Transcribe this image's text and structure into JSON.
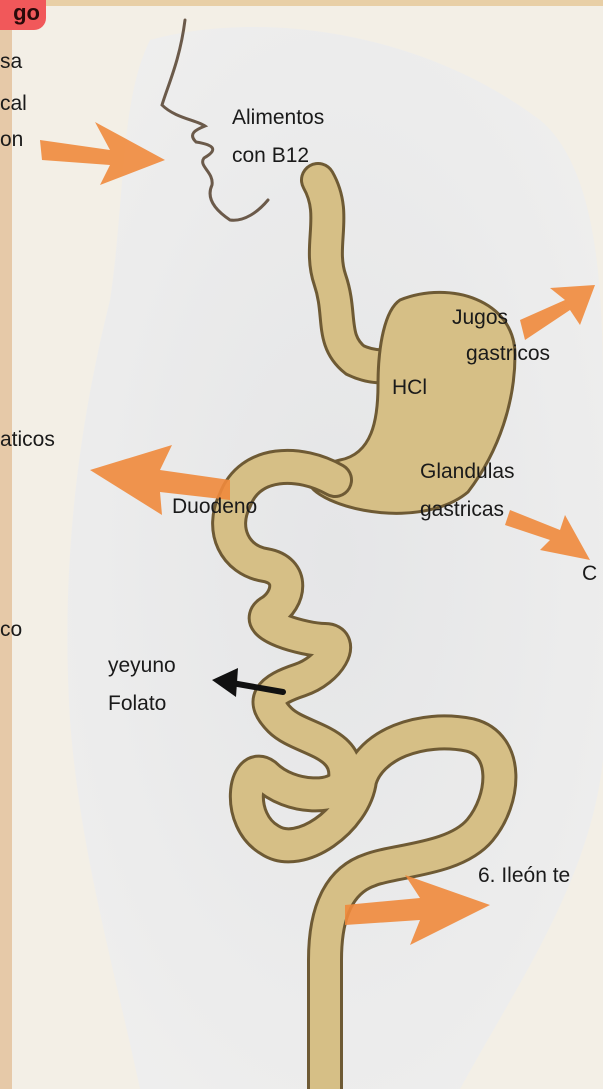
{
  "header": {
    "badge_text": "go"
  },
  "left_fragments": {
    "line1": "sa",
    "line2": "cal",
    "line3": "on",
    "line4": "aticos",
    "line5": "co"
  },
  "labels": {
    "alimentos_1": "Alimentos",
    "alimentos_2": "con B12",
    "jugos_1": "Jugos",
    "jugos_2": "gastricos",
    "hcl": "HCl",
    "glandulas_1": "Glandulas",
    "glandulas_2": "gastricas",
    "duodeno": "Duodeno",
    "right_c": "C",
    "yeyuno": "yeyuno",
    "folato": "Folato",
    "ileon": "6. Ileón te"
  },
  "colors": {
    "arrow_orange": "#f08a3c",
    "gut_fill": "#d6bf86",
    "gut_outline": "#6e5a34",
    "badge": "#f1585a"
  }
}
